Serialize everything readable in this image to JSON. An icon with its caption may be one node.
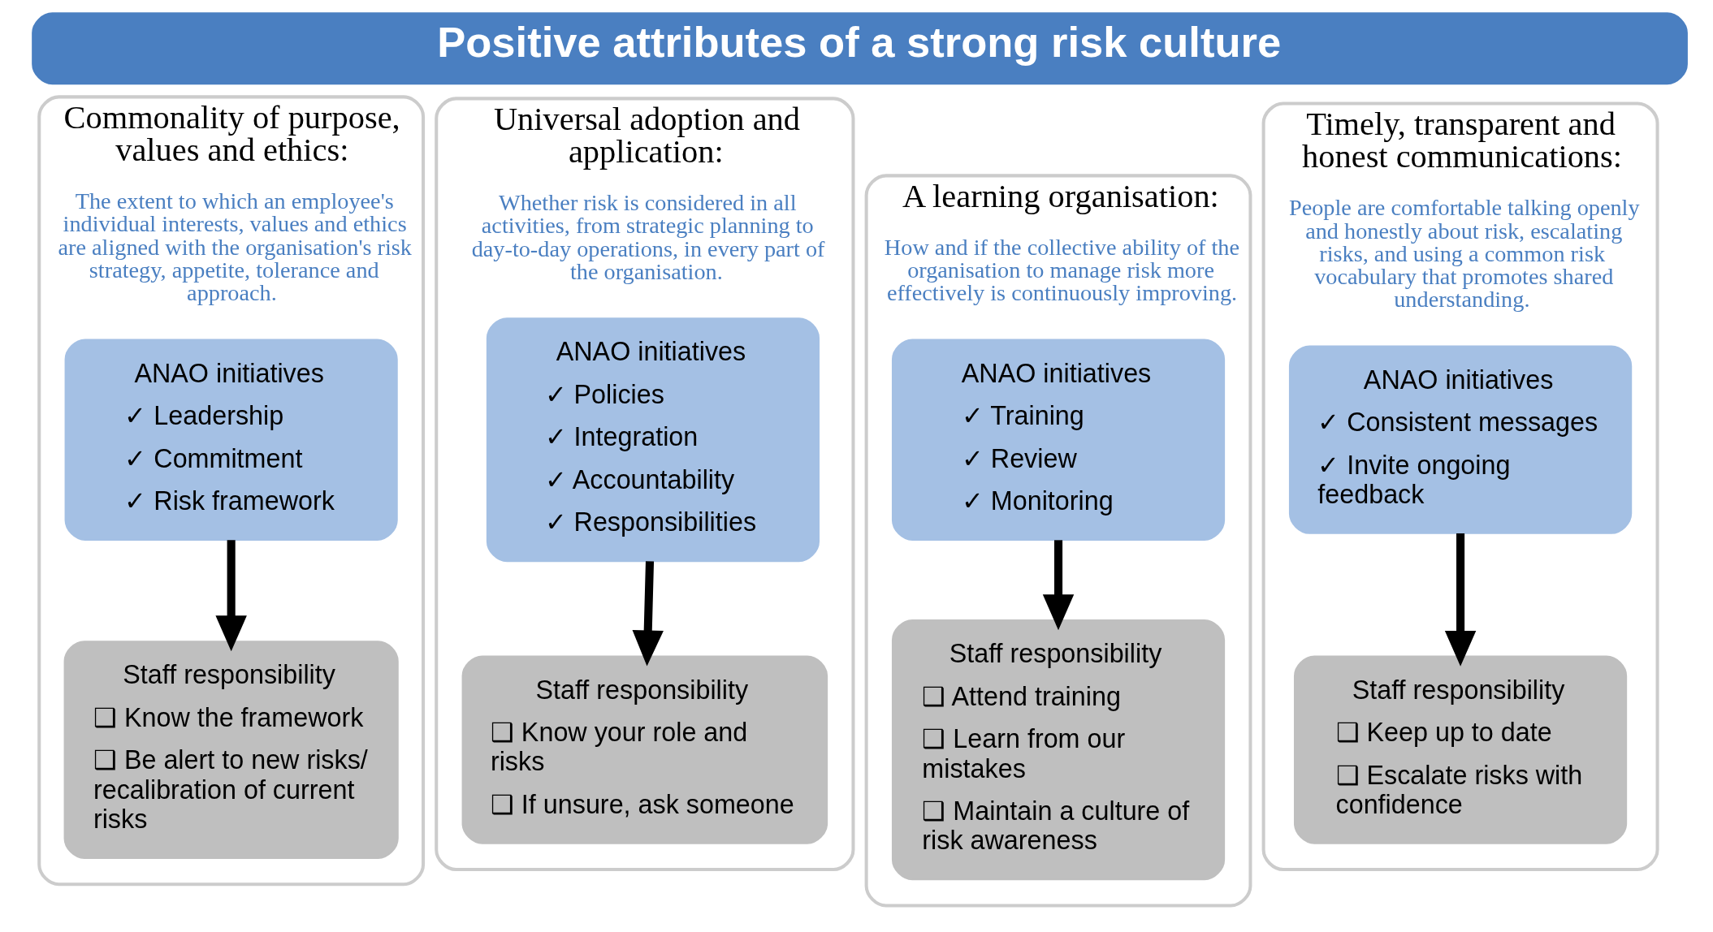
{
  "diagram": {
    "nodes": [
      {
        "text": [
          "Positive attributes of a strong risk culture"
        ]
      },
      {
        "text": [
          "Commonality of purpose, values and ethics:",
          "The extent to which an employee's individual interests, values and ethics are aligned with the organisation's risk strategy, appetite, tolerance and approach."
        ]
      },
      {
        "text": [
          "ANAO initiatives",
          "✓ Leadership",
          "✓ Commitment",
          "✓ Risk framework"
        ],
        "in": 1
      },
      {
        "text": [
          "Staff responsibility",
          "❑ Know the framework",
          "❑ Be alert to new risks/ recalibration of current risks"
        ],
        "in": 1
      },
      {
        "text": [
          "Universal adoption and application:",
          "Whether risk is considered in all activities, from strategic planning to day-to-day operations, in every part of the organisation."
        ]
      },
      {
        "text": [
          "ANAO initiatives",
          "✓ Policies",
          "✓ Integration",
          "✓ Accountability",
          "✓ Responsibilities"
        ],
        "in": 4
      },
      {
        "text": [
          "Staff responsibility",
          "❑ Know your role and risks",
          "❑ If unsure, ask someone"
        ],
        "in": 4
      },
      {
        "text": [
          "A learning organisation:",
          "How and if the collective ability of the organisation to manage risk more effectively is continuously improving."
        ]
      },
      {
        "text": [
          "ANAO initiatives",
          "✓ Training",
          "✓ Review",
          "✓ Monitoring"
        ],
        "in": 7
      },
      {
        "text": [
          "Staff responsibility",
          "❑ Attend training",
          "❑ Learn from our mistakes",
          "❑ Maintain a culture of risk awareness"
        ],
        "in": 7
      },
      {
        "text": [
          "Timely, transparent and honest communications:",
          "People are comfortable talking openly and honestly about risk, escalating risks, and using a common risk vocabulary that promotes shared understanding."
        ]
      },
      {
        "text": [
          "ANAO initiatives",
          "✓ Consistent messages",
          "✓ Invite ongoing feedback"
        ],
        "in": 10
      },
      {
        "text": [
          "Staff responsibility",
          "❑ Keep up to date",
          "❑ Escalate risks with confidence"
        ],
        "in": 10
      }
    ],
    "edges": [
      {
        "from": 2,
        "to": 3,
        "arrow": "to"
      },
      {
        "from": 5,
        "to": 6,
        "arrow": "to"
      },
      {
        "from": 8,
        "to": 9,
        "arrow": "to"
      },
      {
        "from": 11,
        "to": 12,
        "arrow": "to"
      }
    ]
  }
}
